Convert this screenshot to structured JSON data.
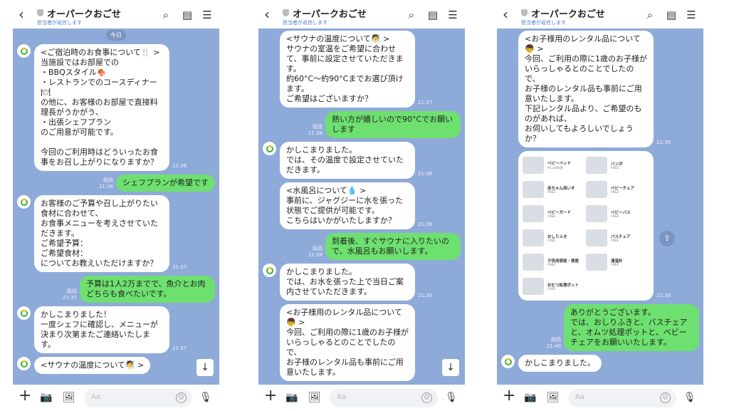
{
  "header": {
    "title": "オーパークおごせ",
    "subtitle": "担当者が返信します"
  },
  "icons": {
    "back": "chevron-left-icon",
    "search": "search-icon",
    "notes": "notes-icon",
    "menu": "menu-icon"
  },
  "composer": {
    "placeholder": "Aa"
  },
  "read_label": "既読",
  "colors": {
    "chat_bg": "#8eaad8",
    "sent_bubble": "#6ee06f",
    "received_bubble": "#ffffff"
  },
  "panels": [
    {
      "date": "今日",
      "scroll_down": true,
      "messages": [
        {
          "dir": "in",
          "text": "<ご宿泊時のお食事について🍴 >\n当施設ではお部屋での\n・BBQスタイル🍖\n・レストランでのコースディナー🍽\nの他に、お客様のお部屋で直接料理長がうかがう、\n・出張シェフプラン\nのご用意が可能です。\n\n今回のご利用時はどういったお食事をお召し上がりになりますか？",
          "time": "21:36"
        },
        {
          "dir": "out",
          "text": "シェフプランが希望です",
          "time": "21:36"
        },
        {
          "dir": "in",
          "text": "お客様のご予算や召し上がりたい食材に合わせて、\nお食事メニューを考えさせていただきます。\nご希望予算：\nご希望食材：\nについてお教えいただけますか？",
          "time": "21:37"
        },
        {
          "dir": "out",
          "text": "予算は1人2万までで、魚介とお肉どちらも食べたいです。",
          "time": "21:37"
        },
        {
          "dir": "in",
          "text": "かしこまりました！\n一度シェフに確認し、メニューが決まり次第またご連絡いたします。",
          "time": "21:37"
        },
        {
          "dir": "in",
          "text": "<サウナの温度について🧖 >",
          "time": ""
        }
      ]
    },
    {
      "scroll_down": true,
      "messages": [
        {
          "dir": "in",
          "avatar": false,
          "text": "<サウナの温度について🧖 >\nサウナの室温をご希望に合わせて、事前に設定させていただきます。\n約60°C〜約90°Cまでお選び頂けます。\nご希望はございますか？",
          "time": "21:37"
        },
        {
          "dir": "out",
          "text": "熱い方が嬉しいので90°Cでお願いします",
          "time": "21:38"
        },
        {
          "dir": "in",
          "text": "かしこまりました。\nでは、その温度で設定させていただきます。",
          "time": "21:38"
        },
        {
          "dir": "in",
          "avatar": false,
          "text": "<水風呂について💧 >\n事前に、ジャグジーに水を張った状態でご提供が可能です。\nこちらはいかがいたしますか？",
          "time": "21:38"
        },
        {
          "dir": "out",
          "text": "到着後、すぐサウナに入りたいので、水風呂もお願いします。",
          "time": "21:38"
        },
        {
          "dir": "in",
          "text": "かしこまりました。\nでは、お水を張った上で当日ご案内させていただきます。",
          "time": "21:39"
        },
        {
          "dir": "in",
          "avatar": false,
          "text": "<お子様用のレンタル品について👦 >\n今回、ご利用の際に1歳のお子様がいらっしゃるとのことでしたので、\nお子様のレンタル品も事前にご用意いたします。",
          "time": ""
        }
      ]
    },
    {
      "share": true,
      "messages": [
        {
          "dir": "in",
          "avatar": false,
          "text": "<お子様用のレンタル品について👦 >\n今回、ご利用の際に1歳のお子様がいらっしゃるとのことでしたので、\nお子様のレンタル品も事前にご用意いたします。\n下記レンタル品より、ご希望のものがあれば、\nお伺いしてもよろしいでしょうか？",
          "time": "21:39"
        },
        {
          "dir": "card",
          "time": "21:39",
          "items": [
            {
              "name": "ベビーベッド",
              "price": "¥1,100/泊"
            },
            {
              "name": "バンボ",
              "price": "FREE"
            },
            {
              "name": "赤ちゃん用いす",
              "price": "FREE"
            },
            {
              "name": "ベビーチェア",
              "price": "FREE"
            },
            {
              "name": "ベビーガード",
              "price": "FREE"
            },
            {
              "name": "ベビーバス",
              "price": "FREE"
            },
            {
              "name": "おしりふき",
              "price": "FREE"
            },
            {
              "name": "バスチェア",
              "price": "FREE"
            },
            {
              "name": "子供用便座・便座",
              "price": "FREE"
            },
            {
              "name": "湯温計",
              "price": "FREE"
            },
            {
              "name": "おむつ処理ポット",
              "price": "FREE"
            }
          ]
        },
        {
          "dir": "out",
          "text": "ありがとうございます。\nでは、おしりふきと、バスチェアと、オムツ処理ポットと、ベビーチェアをお願いいたします。",
          "time": "21:40"
        },
        {
          "dir": "in",
          "text": "かしこまりました。",
          "time": ""
        }
      ]
    }
  ]
}
